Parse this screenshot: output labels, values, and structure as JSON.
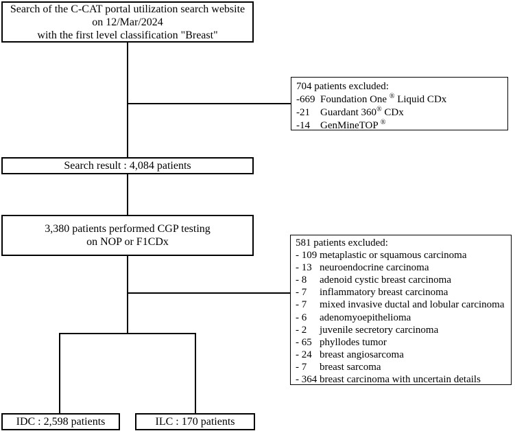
{
  "boxes": {
    "search_criteria": {
      "lines": [
        "Search of the C-CAT portal utilization search website",
        "on 12/Mar/2024",
        "with the first level classification \"Breast\""
      ]
    },
    "excluded_assays": {
      "header": "704 patients excluded:",
      "items": [
        {
          "count": "-669",
          "pre": "Foundation One ",
          "sup": "®",
          "post": " Liquid CDx"
        },
        {
          "count": "-21",
          "pre": "Guardant 360",
          "sup": "®",
          "post": " CDx"
        },
        {
          "count": "-14",
          "pre": "GenMineTOP ",
          "sup": "®",
          "post": ""
        }
      ]
    },
    "search_result": {
      "label": "Search result : 4,084 patients"
    },
    "cgp_testing": {
      "lines": [
        "3,380 patients performed CGP testing",
        "on NOP or F1CDx"
      ]
    },
    "excluded_histologies": {
      "header": "581 patients excluded:",
      "items": [
        {
          "count": "- 109",
          "label": "metaplastic or squamous carcinoma"
        },
        {
          "count": "- 13",
          "label": "neuroendocrine carcinoma"
        },
        {
          "count": "- 8",
          "label": "adenoid cystic breast carcinoma"
        },
        {
          "count": "- 7",
          "label": "inflammatory breast carcinoma"
        },
        {
          "count": "- 7",
          "label": "mixed invasive ductal and lobular carcinoma"
        },
        {
          "count": "- 6",
          "label": "adenomyoepithelioma"
        },
        {
          "count": "- 2",
          "label": "juvenile secretory carcinoma"
        },
        {
          "count": "- 65",
          "label": "phyllodes tumor"
        },
        {
          "count": "- 24",
          "label": "breast angiosarcoma"
        },
        {
          "count": "- 7",
          "label": "breast sarcoma"
        },
        {
          "count": "- 364",
          "label": "breast carcinoma with uncertain details"
        }
      ]
    },
    "idc_result": {
      "label": "IDC : 2,598 patients"
    },
    "ilc_result": {
      "label": "ILC : 170 patients"
    }
  },
  "colors": {
    "background": "#ffffff",
    "line": "#000000",
    "text": "#000000"
  }
}
